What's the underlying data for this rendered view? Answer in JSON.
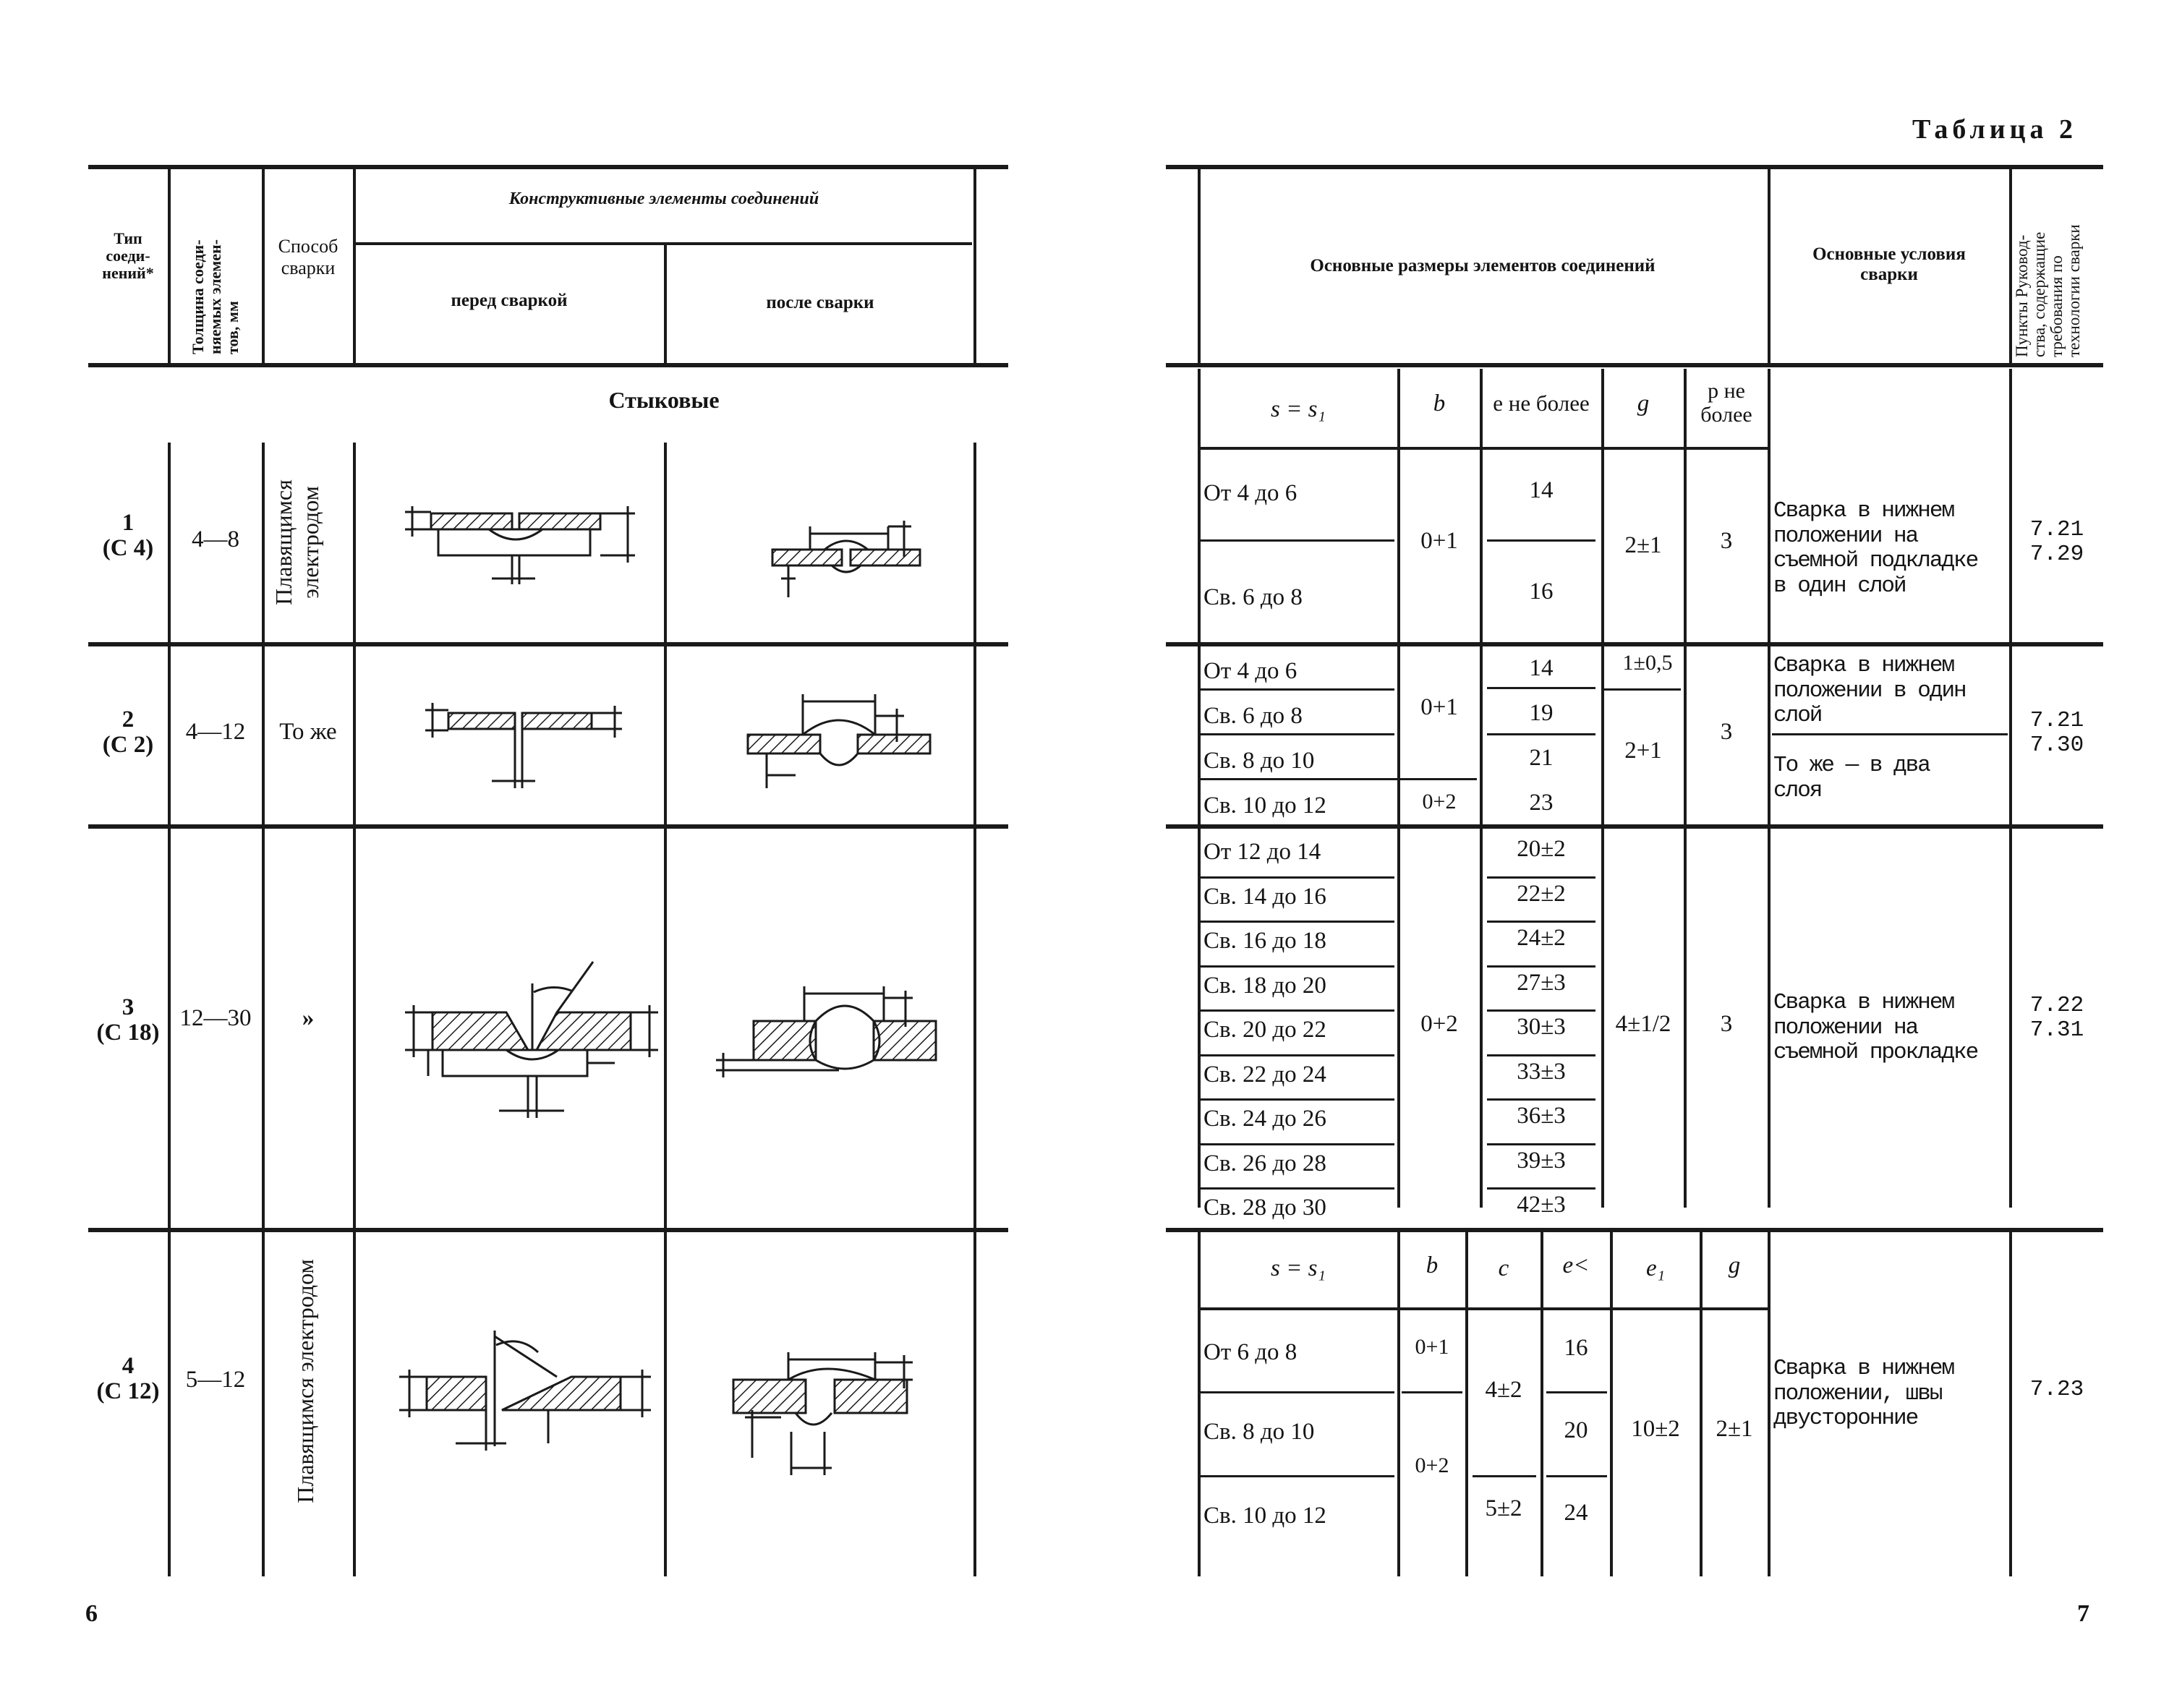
{
  "table_caption": "Таблица 2",
  "left_header": {
    "type": "Тип соеди-нений*",
    "thickness": [
      "Толщина соеди-",
      "няемых элемен-",
      "тов, мм"
    ],
    "method": [
      "Способ",
      "сварки"
    ],
    "elements": "Конструктивные элементы соединений",
    "before": "перед сваркой",
    "after": "после сварки"
  },
  "section_title": "Стыковые",
  "left_rows": [
    {
      "type": "1",
      "code": "(C 4)",
      "thickness": "4—8",
      "method": [
        "Плавящимся",
        "электродом"
      ]
    },
    {
      "type": "2",
      "code": "(C 2)",
      "thickness": "4—12",
      "method_text": "То же"
    },
    {
      "type": "3",
      "code": "(C 18)",
      "thickness": "12—30",
      "method_text": "»"
    },
    {
      "type": "4",
      "code": "(C 12)",
      "thickness": "5—12",
      "method": [
        "Плавящимся электродом"
      ]
    }
  ],
  "right_header": {
    "dimensions": "Основные размеры элементов соединений",
    "conditions": [
      "Основные условия",
      "сварки"
    ],
    "clauses": [
      "Пункты Руковод-",
      "ства, содержащие",
      "требования по",
      "технологии сварки"
    ]
  },
  "sub_header_1": {
    "s": "s = s₁",
    "b": "b",
    "e": "e не более",
    "g": "g",
    "p": [
      "p не",
      "более"
    ]
  },
  "group1": {
    "rows": [
      "От 4 до 6",
      "Св. 6 до 8"
    ],
    "b": "0+1",
    "e": [
      "14",
      "16"
    ],
    "g": "2±1",
    "p": "3",
    "cond": [
      "Сварка в нижнем",
      "положении на",
      "съемной подкладке",
      "в один слой"
    ],
    "clauses": [
      "7.21",
      "7.29"
    ]
  },
  "group2": {
    "rows": [
      "От 4 до 6",
      "Св. 6 до 8",
      "Св. 8 до 10",
      "Св. 10 до 12"
    ],
    "b1": "0+1",
    "b2": "0+2",
    "e": [
      "14",
      "19",
      "21",
      "23"
    ],
    "g1": "1±0,5",
    "g2": "2+1",
    "p": "3",
    "cond1": [
      "Сварка в нижнем",
      "положении в один",
      "слой"
    ],
    "cond2": [
      "То же — в два",
      "слоя"
    ],
    "clauses": [
      "7.21",
      "7.30"
    ]
  },
  "group3": {
    "rows": [
      "От 12 до 14",
      "Св. 14 до 16",
      "Св. 16 до 18",
      "Св. 18 до 20",
      "Св. 20 до 22",
      "Св. 22 до 24",
      "Св. 24 до 26",
      "Св. 26 до 28",
      "Св. 28 до 30"
    ],
    "b": "0+2",
    "e": [
      "20±2",
      "22±2",
      "24±2",
      "27±3",
      "30±3",
      "33±3",
      "36±3",
      "39±3",
      "42±3"
    ],
    "g": "4±1/2",
    "p": "3",
    "cond": [
      "Сварка в нижнем",
      "положении на",
      "съемной прокладке"
    ],
    "clauses": [
      "7.22",
      "7.31"
    ]
  },
  "sub_header_4": {
    "s": "s = s₁",
    "b": "b",
    "c": "c",
    "e": "e<",
    "e1": "e₁",
    "g": "g"
  },
  "group4": {
    "rows": [
      "От 6 до 8",
      "Св. 8 до 10",
      "Св. 10 до 12"
    ],
    "b1": "0+1",
    "b2": "0+2",
    "c1": "4±2",
    "c2": "5±2",
    "e": [
      "16",
      "20",
      "24"
    ],
    "e1": "10±2",
    "g": "2±1",
    "cond": [
      "Сварка в нижнем",
      "положении,  швы",
      "двусторонние"
    ],
    "clauses": [
      "7.23"
    ]
  },
  "page_left": "6",
  "page_right": "7"
}
